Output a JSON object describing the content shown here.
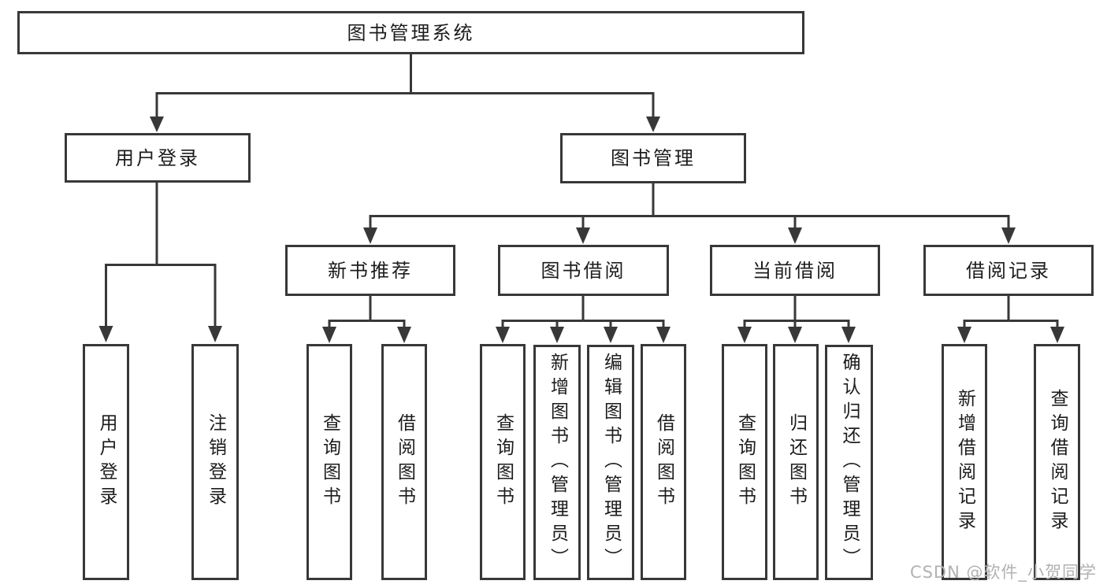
{
  "diagram": {
    "title_node": "图书管理系统",
    "level2": {
      "user_login": "用户登录",
      "book_mgmt": "图书管理"
    },
    "user_login_children": {
      "login": "用户登录",
      "logout": "注销登录"
    },
    "book_mgmt_children": {
      "new_book": "新书推荐",
      "borrow": "图书借阅",
      "current": "当前借阅",
      "records": "借阅记录"
    },
    "new_book_children": {
      "query_books": "查询图书",
      "borrow_books": "借阅图书"
    },
    "borrow_children": {
      "query_books": "查询图书",
      "add_books_admin": "新增图书（管理员）",
      "edit_books_admin": "编辑图书（管理员）",
      "borrow_books": "借阅图书"
    },
    "current_children": {
      "query_books": "查询图书",
      "return_books": "归还图书",
      "confirm_return_admin": "确认归还（管理员）"
    },
    "records_children": {
      "add_record": "新增借阅记录",
      "query_record": "查询借阅记录"
    }
  },
  "watermark": {
    "text": "CSDN @软件_小贺同学"
  },
  "colors": {
    "line": "#383838",
    "text": "#1c1c1c",
    "watermark": "#b3b1b1",
    "background": "#ffffff"
  }
}
